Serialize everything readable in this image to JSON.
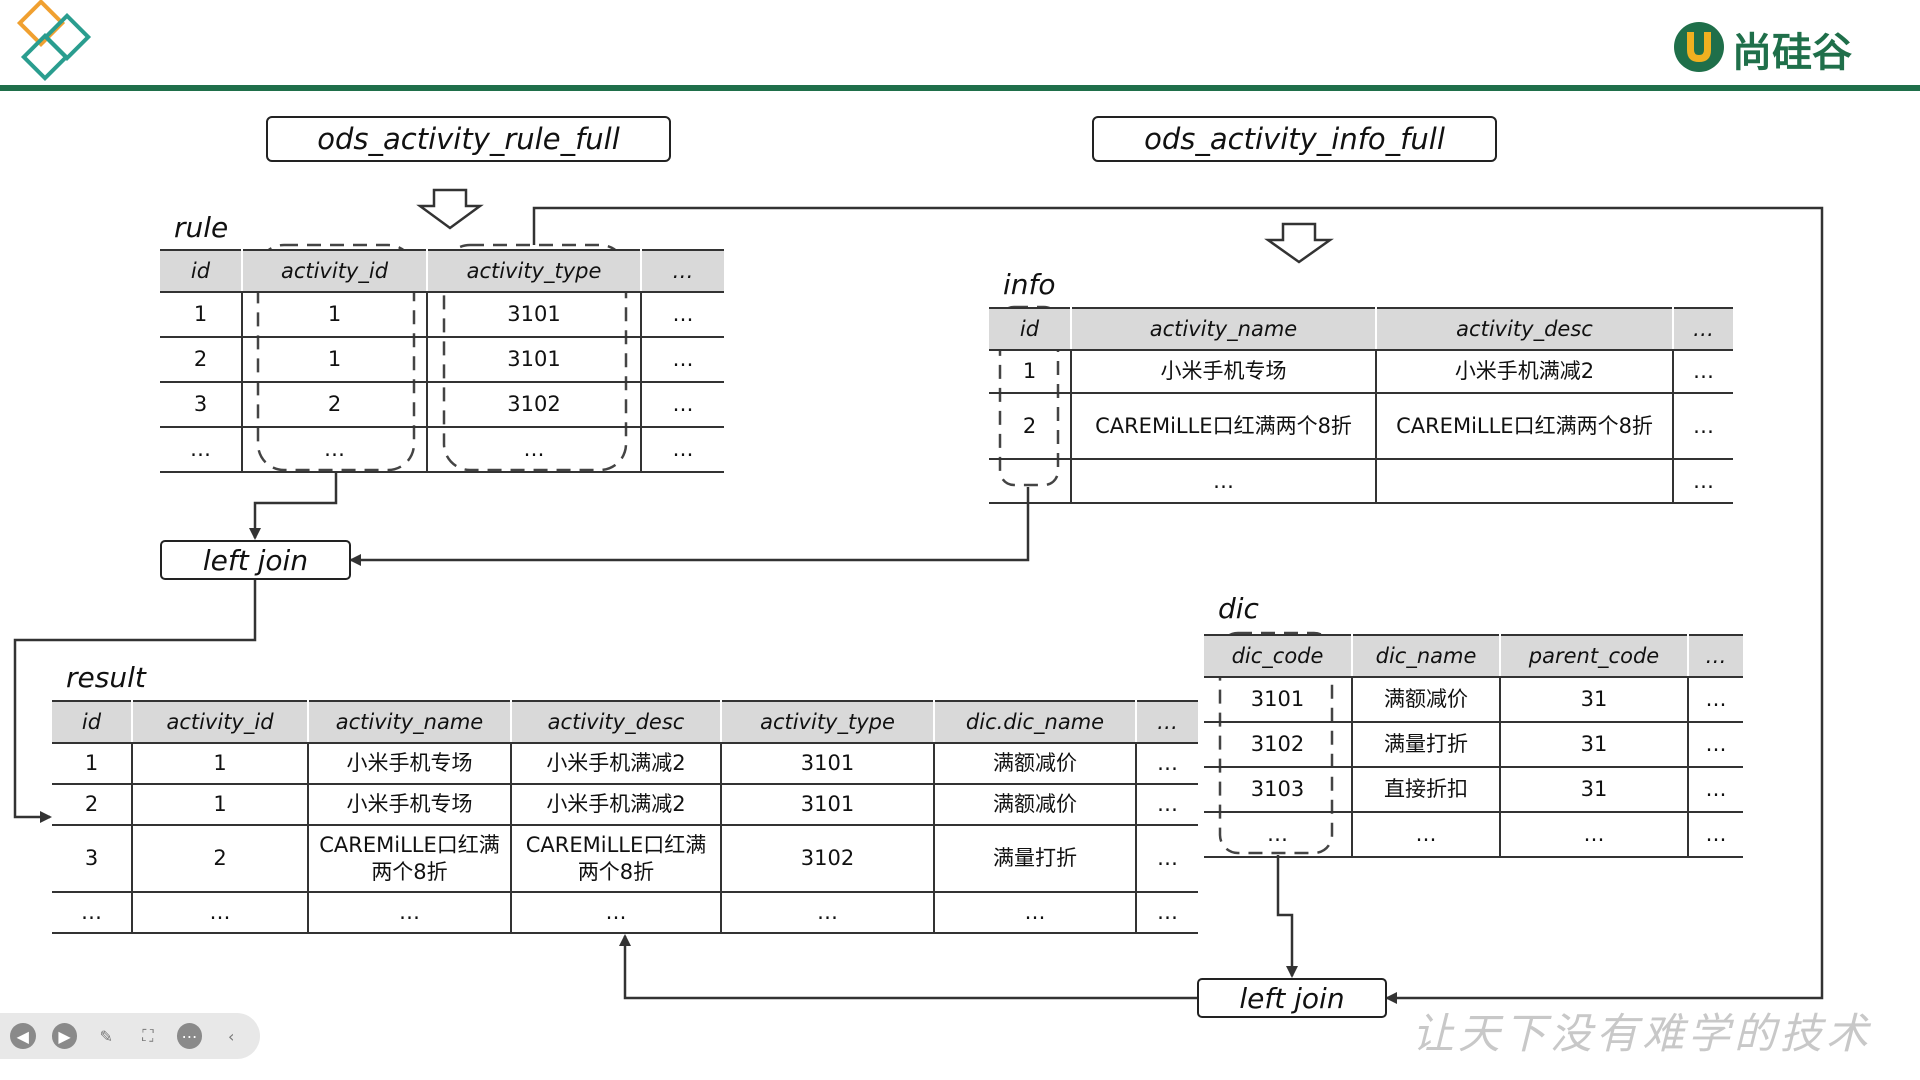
{
  "brand": {
    "name": "尚硅谷",
    "slogan": "让天下没有难学的技术",
    "accent": "#1f6f4a"
  },
  "sources": {
    "rule_table": "ods_activity_rule_full",
    "info_table": "ods_activity_info_full"
  },
  "joins": {
    "first": "left join",
    "second": "left join"
  },
  "rule": {
    "label": "rule",
    "headers": [
      "id",
      "activity_id",
      "activity_type",
      "…"
    ],
    "rows": [
      [
        "1",
        "1",
        "3101",
        "…"
      ],
      [
        "2",
        "1",
        "3101",
        "…"
      ],
      [
        "3",
        "2",
        "3102",
        "…"
      ],
      [
        "…",
        "…",
        "…",
        "…"
      ]
    ]
  },
  "info": {
    "label": "info",
    "headers": [
      "id",
      "activity_name",
      "activity_desc",
      "…"
    ],
    "rows": [
      [
        "1",
        "小米手机专场",
        "小米手机满减2",
        "…"
      ],
      [
        "2",
        "CAREMiLLE口红满两个8折",
        "CAREMiLLE口红满两个8折",
        "…"
      ],
      [
        "",
        "…",
        "",
        "…"
      ]
    ]
  },
  "dic": {
    "label": "dic",
    "headers": [
      "dic_code",
      "dic_name",
      "parent_code",
      "…"
    ],
    "rows": [
      [
        "3101",
        "满额减价",
        "31",
        "…"
      ],
      [
        "3102",
        "满量打折",
        "31",
        "…"
      ],
      [
        "3103",
        "直接折扣",
        "31",
        "…"
      ],
      [
        "…",
        "…",
        "…",
        "…"
      ]
    ]
  },
  "result": {
    "label": "result",
    "headers": [
      "id",
      "activity_id",
      "activity_name",
      "activity_desc",
      "activity_type",
      "dic.dic_name",
      "…"
    ],
    "rows": [
      [
        "1",
        "1",
        "小米手机专场",
        "小米手机满减2",
        "3101",
        "满额减价",
        "…"
      ],
      [
        "2",
        "1",
        "小米手机专场",
        "小米手机满减2",
        "3101",
        "满额减价",
        "…"
      ],
      [
        "3",
        "2",
        "CAREMiLLE口红满两个8折",
        "CAREMiLLE口红满两个8折",
        "3102",
        "满量打折",
        "…"
      ],
      [
        "…",
        "…",
        "…",
        "…",
        "…",
        "…",
        "…"
      ]
    ]
  },
  "toolbar": {
    "icons": [
      "prev-icon",
      "play-icon",
      "pen-icon",
      "screen-icon",
      "more-icon",
      "collapse-icon"
    ]
  }
}
